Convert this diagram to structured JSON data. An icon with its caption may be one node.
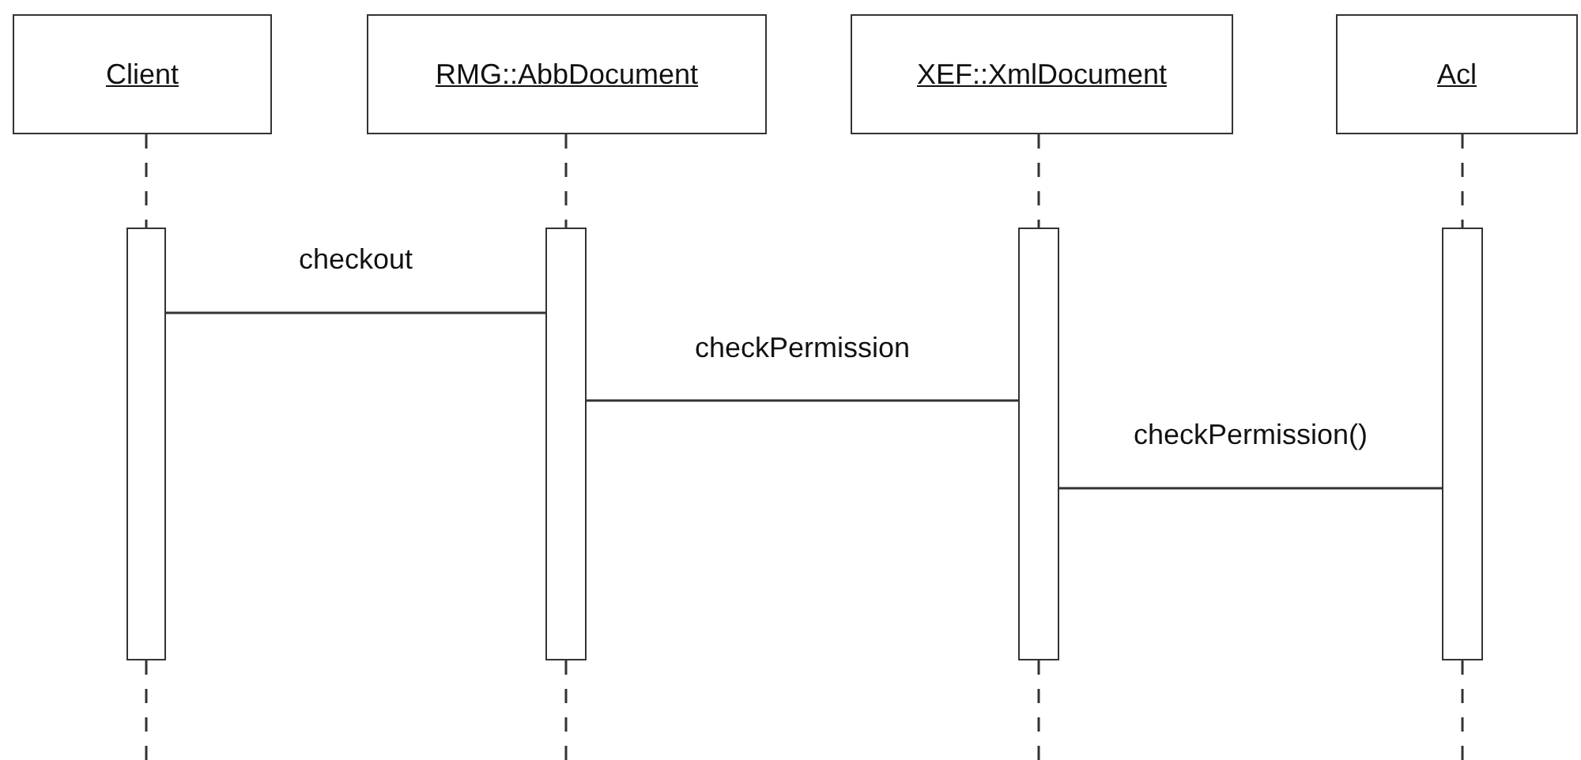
{
  "diagram": {
    "nodes": [
      {
        "text": [
          "Client"
        ]
      },
      {
        "text": [
          "RMG::AbbDocument"
        ]
      },
      {
        "text": [
          "XEF::XmlDocument"
        ]
      },
      {
        "text": [
          "Acl"
        ]
      },
      {
        "text": [],
        "shape": "bar"
      },
      {
        "text": [],
        "shape": "bar"
      },
      {
        "text": [],
        "shape": "bar"
      },
      {
        "text": [],
        "shape": "bar"
      }
    ],
    "edges": [
      {
        "from": 0,
        "to": 4,
        "arrow": "none",
        "style": "dashed"
      },
      {
        "from": 1,
        "to": 5,
        "arrow": "none",
        "style": "dashed"
      },
      {
        "from": 2,
        "to": 6,
        "arrow": "none",
        "style": "dashed"
      },
      {
        "from": 3,
        "to": 7,
        "arrow": "none",
        "style": "dashed"
      },
      {
        "from": 4,
        "to": null,
        "arrow": "none",
        "style": "dashed"
      },
      {
        "from": 5,
        "to": null,
        "arrow": "none",
        "style": "dashed"
      },
      {
        "from": 6,
        "to": null,
        "arrow": "none",
        "style": "dashed"
      },
      {
        "from": 7,
        "to": null,
        "arrow": "none",
        "style": "dashed"
      },
      {
        "from": 4,
        "to": 5,
        "arrow": "none",
        "label": "checkout"
      },
      {
        "from": 5,
        "to": 6,
        "arrow": "none",
        "label": "checkPermission"
      },
      {
        "from": 6,
        "to": 7,
        "arrow": "none",
        "label": "checkPermission()"
      }
    ]
  }
}
